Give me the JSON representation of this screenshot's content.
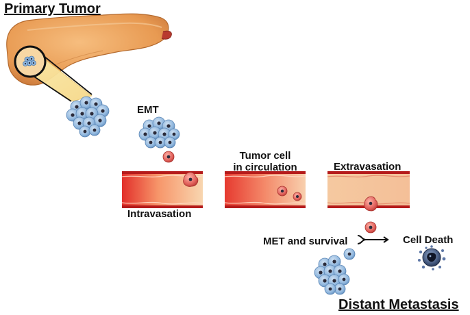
{
  "labels": {
    "primary_tumor": "Primary Tumor",
    "emt": "EMT",
    "tumor_cell_line1": "Tumor cell",
    "tumor_cell_line2": "in circulation",
    "extravasation": "Extravasation",
    "intravasation": "Intravasation",
    "met_and_survival": "MET and survival",
    "cell_death": "Cell Death",
    "distant_metastasis": "Distant Metastasis"
  },
  "colors": {
    "pancreas": "#e89a52",
    "vessel_wall": "#c81e1e",
    "vessel_lumen": "#f5c9a0",
    "tumor_cell": "#8fb6dd",
    "tumor_cell_edge": "#5b86b5",
    "nucleus": "#2b2b3a",
    "circulating_cell": "#e0605a",
    "dead_cell": "#3b4f74"
  }
}
